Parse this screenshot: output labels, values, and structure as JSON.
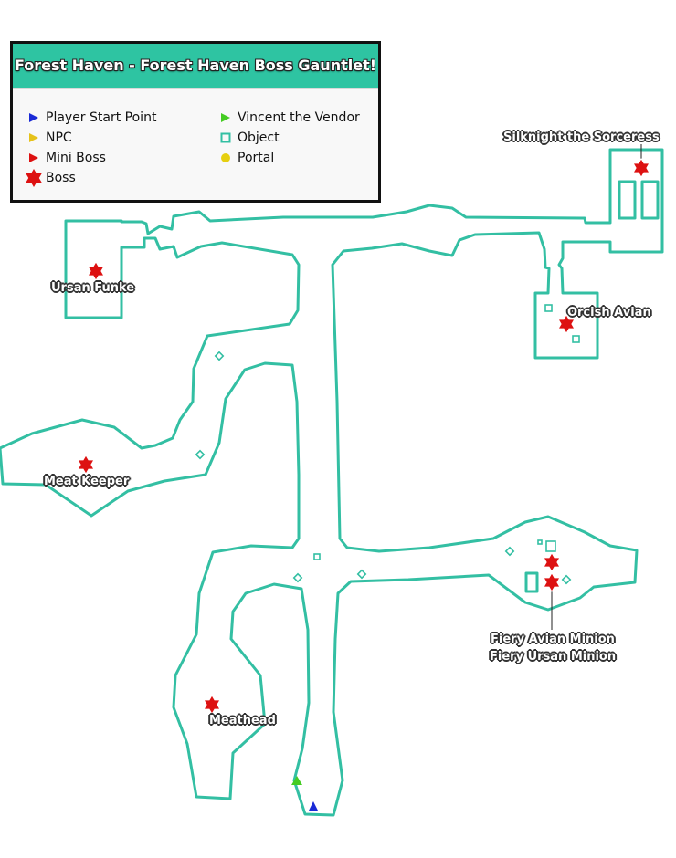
{
  "title": "Forest Haven - Forest Haven Boss Gauntlet!",
  "legend": {
    "player_start": "Player Start Point",
    "npc": "NPC",
    "mini_boss": "Mini Boss",
    "boss": "Boss",
    "vendor": "Vincent the Vendor",
    "object": "Object",
    "portal": "Portal"
  },
  "colors": {
    "wall": "#33bfa3",
    "header": "#2ec4a2",
    "boss": "#dd1111",
    "player_start": "#1a2ad6",
    "npc": "#e6c21a",
    "vendor": "#44cc22",
    "portal": "#e6cf10"
  },
  "bosses": {
    "silknight": "Silknight the Sorceress",
    "ursan_funke": "Ursan Funke",
    "orcish_avian": "Orcish Avian",
    "meat_keeper": "Meat Keeper",
    "fiery_avian": "Fiery Avian Minion",
    "fiery_ursan": "Fiery Ursan Minion",
    "meathead": "Meathead"
  }
}
